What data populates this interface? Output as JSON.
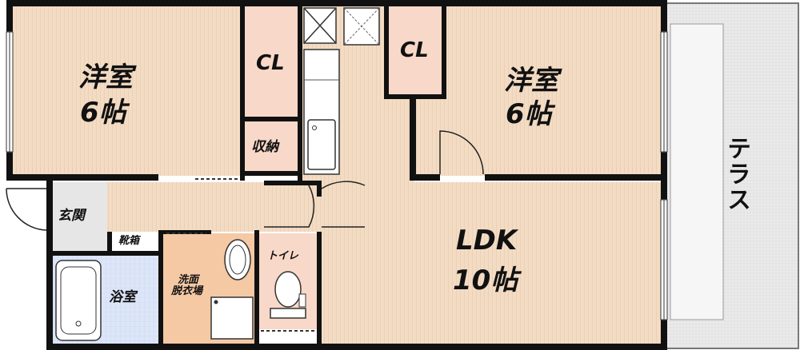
{
  "rooms": {
    "western_left": {
      "name": "洋室",
      "size": "6帖"
    },
    "western_right": {
      "name": "洋室",
      "size": "6帖"
    },
    "ldk": {
      "name": "LDK",
      "size": "10帖"
    },
    "closet_left": "CL",
    "closet_right": "CL",
    "storage": "収納",
    "entrance": "玄関",
    "shoe_cabinet": "靴箱",
    "bathroom": "浴室",
    "washroom_line1": "洗面",
    "washroom_line2": "脱衣場",
    "toilet": "トイレ",
    "terrace": "テラス"
  },
  "colors": {
    "room_wood": "#f3dcc4",
    "closet_pink": "#f8d8c8",
    "bath_blue": "#dde6f8",
    "wash_orange": "#f5c9a4",
    "terrace_gray": "#e8e8e8",
    "wall": "#111111"
  }
}
